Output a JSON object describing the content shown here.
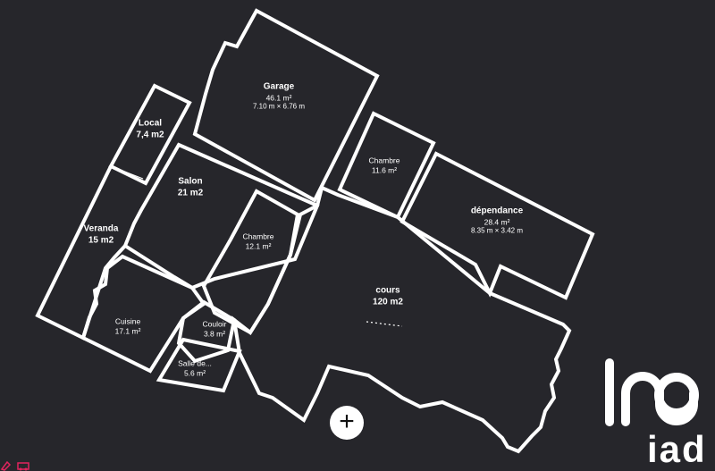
{
  "rooms": {
    "garage": {
      "name": "Garage",
      "area": "46.1 m²",
      "dims": "7.10 m × 6.76 m"
    },
    "local": {
      "name": "Local",
      "area": "7,4 m2"
    },
    "chambre1": {
      "name": "Chambre",
      "area": "11.6 m²"
    },
    "dependance": {
      "name": "dépendance",
      "area": "28.4 m²",
      "dims": "8.35 m × 3.42 m"
    },
    "salon": {
      "name": "Salon",
      "area": "21 m2"
    },
    "chambre2": {
      "name": "Chambre",
      "area": "12.1 m²"
    },
    "veranda": {
      "name": "Veranda",
      "area": "15 m2"
    },
    "cours": {
      "name": "cours",
      "area": "120 m2"
    },
    "cuisine": {
      "name": "Cuisine",
      "area": "17.1 m²"
    },
    "couloir": {
      "name": "Couloir",
      "area": "3.8 m²"
    },
    "salle": {
      "name": "Salle de...",
      "area": "5.6 m²"
    }
  },
  "controls": {
    "add_symbol": "+"
  },
  "brand": {
    "logo_text": "iad",
    "color": "#ffffff"
  },
  "colors": {
    "background": "#26262b",
    "walls": "#ffffff",
    "corner_icon": "#e0245e"
  }
}
